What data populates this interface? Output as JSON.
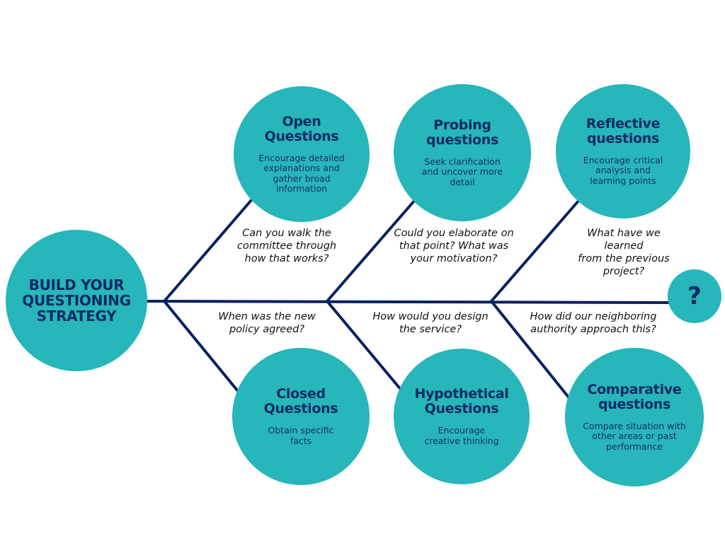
{
  "colors": {
    "circle": "#27b6b9",
    "text": "#0b2a66",
    "desc": "#1b2f5e",
    "line": "#0b2060"
  },
  "root": {
    "title": "BUILD YOUR\nQUESTIONING\nSTRATEGY"
  },
  "end_node": {
    "symbol": "?"
  },
  "nodes": {
    "open": {
      "title": "Open\nQuestions",
      "desc": "Encourage detailed\nexplanations and\ngather broad\ninformation"
    },
    "probing": {
      "title": "Probing\nquestions",
      "desc": "Seek clarification\nand uncover more\ndetail"
    },
    "reflective": {
      "title": "Reflective\nquestions",
      "desc": "Encourage critical\nanalysis and\nlearning points"
    },
    "closed": {
      "title": "Closed\nQuestions",
      "desc": "Obtain specific\nfacts"
    },
    "hypothetical": {
      "title": "Hypothetical\nQuestions",
      "desc": "Encourage\ncreative thinking"
    },
    "comparative": {
      "title": "Comparative\nquestions",
      "desc": "Compare situation with\nother areas or past\nperformance"
    }
  },
  "examples": {
    "open": "Can you walk the\ncommittee through\nhow that works?",
    "probing": "Could you elaborate on\nthat point? What was\nyour motivation?",
    "reflective": "What have we learned\nfrom the previous\nproject?",
    "closed": "When was the new\npolicy agreed?",
    "hypothetical": "How would you design\nthe service?",
    "comparative": "How did our neighboring\nauthority approach this?"
  }
}
